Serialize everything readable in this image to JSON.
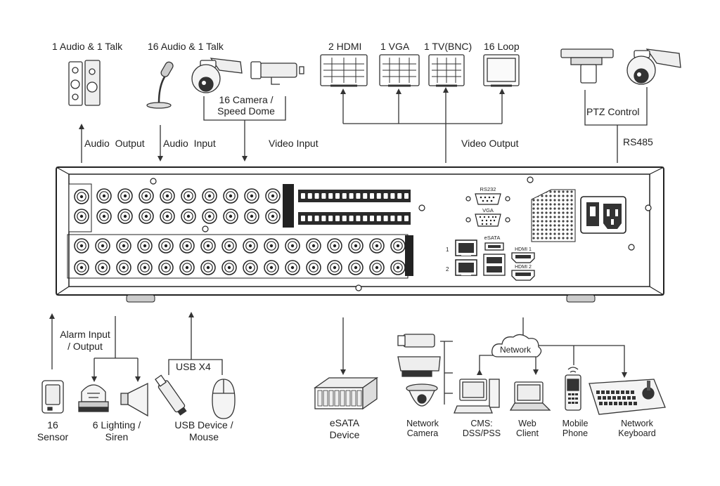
{
  "top": {
    "audio_out_device": "1 Audio  & 1 Talk",
    "audio_in_device": "16 Audio & 1 Talk",
    "camera_note": "16 Camera /\nSpeed Dome",
    "hdmi": "2 HDMI",
    "vga": "1 VGA",
    "tv": "1 TV(BNC)",
    "loop": "16 Loop",
    "ptz": "PTZ Control",
    "rs485": "RS485"
  },
  "arrows": {
    "audio_output": "Audio  Output",
    "audio_input": "Audio  Input",
    "video_input": "Video Input",
    "video_output": "Video Output"
  },
  "panel": {
    "rs232": "RS232",
    "vga": "VGA",
    "esata": "eSATA",
    "hdmi1": "HDMI 1",
    "hdmi2": "HDMI 2"
  },
  "bottom": {
    "alarm": "Alarm Input\n/ Output",
    "sensor": "16\nSensor",
    "lighting": "6 Lighting /\nSiren",
    "usb_x4": "USB X4",
    "usb_device": "USB Device /\nMouse",
    "esata_device": "eSATA\nDevice",
    "network": "Network",
    "network_camera": "Network\nCamera",
    "cms": "CMS:\nDSS/PSS",
    "web_client": "Web\nClient",
    "mobile": "Mobile\nPhone",
    "keyboard": "Network\nKeyboard"
  }
}
